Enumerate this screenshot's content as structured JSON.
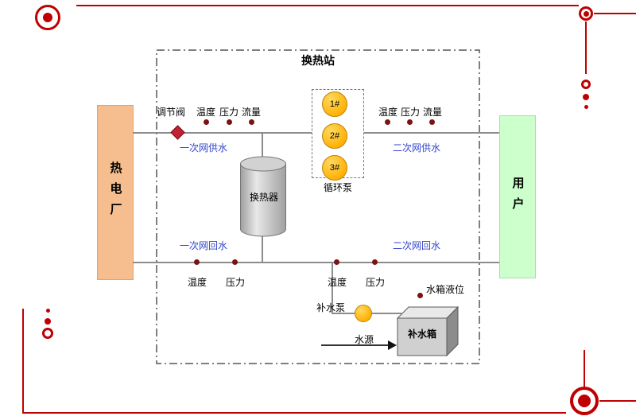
{
  "title": "换热站",
  "plant": "热电厂",
  "user": "用户",
  "exchanger": "换热器",
  "valve": "调节阀",
  "pump_group": {
    "label": "循环泵",
    "pumps": [
      "1#",
      "2#",
      "3#"
    ]
  },
  "sensors": {
    "top_left": [
      "温度",
      "压力",
      "流量"
    ],
    "top_right": [
      "温度",
      "压力",
      "流量"
    ],
    "bottom_left": [
      "温度",
      "压力"
    ],
    "bottom_mid": [
      "温度",
      "压力"
    ]
  },
  "pipes": {
    "primary_supply": "一次网供水",
    "secondary_supply": "二次网供水",
    "primary_return": "一次网回水",
    "secondary_return": "二次网回水"
  },
  "makeup": {
    "pump": "补水泵",
    "tank": "补水箱",
    "level": "水箱液位",
    "source": "水源"
  },
  "colors": {
    "accent": "#c00000",
    "plant_fill": "#f6be8e",
    "user_fill": "#ccffcc",
    "pump_fill": "#ffb81c",
    "sensor_dot": "#7a1313",
    "pipe": "#8c8c8c",
    "blue_label": "#3344cc"
  }
}
